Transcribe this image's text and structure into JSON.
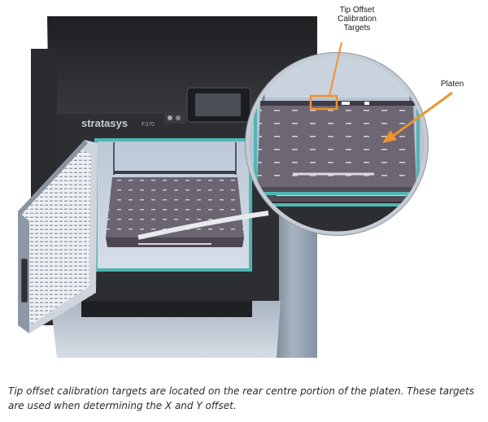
{
  "brand": {
    "logo_text": "stratasys",
    "model_text": "F370"
  },
  "callouts": {
    "tip_offset_label": "Tip Offset\nCalibration\nTargets",
    "platen_label": "Platen"
  },
  "caption": "Tip offset calibration targets are located on the rear centre portion of the platen. These targets are used when determining the X and Y offset.",
  "colors": {
    "callout_accent": "#f0922f",
    "chamber_trim": "#4fb6b4",
    "printer_body": "#2e2f33",
    "printer_side": "#7d8a99",
    "platen": "#6a6570"
  }
}
